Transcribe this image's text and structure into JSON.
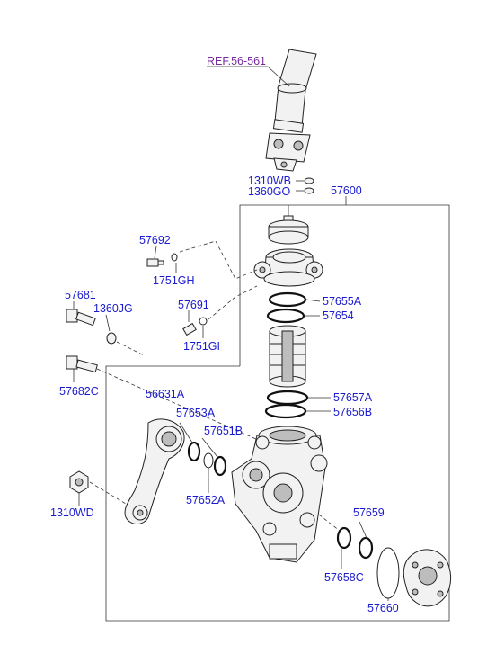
{
  "labels": {
    "ref": "REF.56-561",
    "l1310wb": "1310WB",
    "l1360go": "1360GO",
    "l57600": "57600",
    "l57692": "57692",
    "l1751gh": "1751GH",
    "l57681": "57681",
    "l1360jg": "1360JG",
    "l57691": "57691",
    "l1751gi": "1751GI",
    "l57655a": "57655A",
    "l57654": "57654",
    "l57682c": "57682C",
    "l56631a": "56631A",
    "l57653a": "57653A",
    "l57651b": "57651B",
    "l57657a": "57657A",
    "l57656b": "57656B",
    "l57652a": "57652A",
    "l1310wd": "1310WD",
    "l57659": "57659",
    "l57658c": "57658C",
    "l57660": "57660"
  },
  "colors": {
    "label": "#1a1ad0",
    "ref_label": "#7a2aa0",
    "line": "#333333"
  }
}
